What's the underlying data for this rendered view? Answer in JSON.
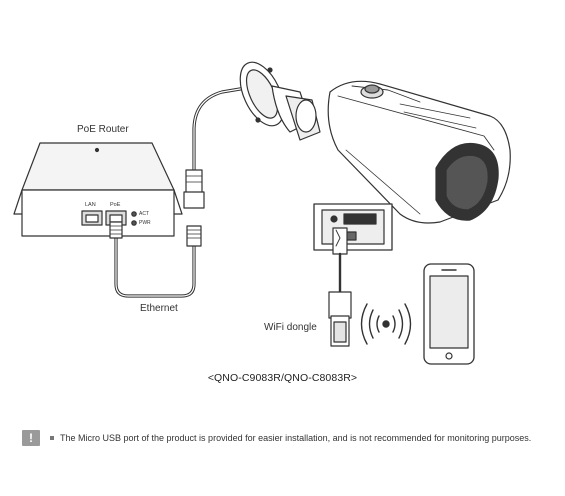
{
  "labels": {
    "poe_router": "PoE Router",
    "lan_port": "LAN",
    "poe_port": "PoE",
    "led_1": "ACT",
    "led_2": "PWR",
    "ethernet": "Ethernet",
    "wifi_dongle": "WiFi dongle"
  },
  "caption": "<QNO-C9083R/QNO-C8083R>",
  "note": {
    "icon": "exclamation-icon",
    "text": "The Micro USB port of the product is provided for easier installation, and is not recommended for monitoring purposes."
  }
}
